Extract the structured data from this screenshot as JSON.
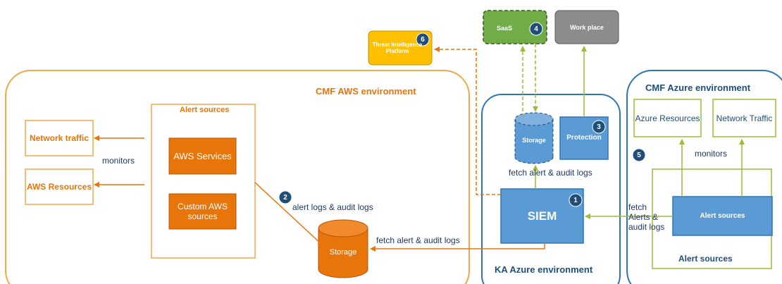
{
  "colors": {
    "aws_orange": "#f0a94f",
    "aws_fill": "#e8750a",
    "aws_text": "#e8750a",
    "azure_blue": "#2e75b6",
    "azure_fill": "#5b9bd5",
    "azure_text": "#1f4e79",
    "green": "#9bbb3a",
    "green_fill": "#70ad47",
    "grey_fill": "#8c8c8c",
    "yellow_fill": "#ffc000",
    "badge": "#1f4e79"
  },
  "environments": {
    "aws": "CMF AWS environment",
    "ka_azure": "KA Azure environment",
    "cmf_azure": "CMF Azure environment"
  },
  "aws": {
    "alert_sources_title": "Alert sources",
    "network_traffic": "Network traffic",
    "aws_resources": "AWS Resources",
    "monitors": "monitors",
    "aws_services": "AWS Services",
    "custom_sources": "Custom AWS sources",
    "storage": "Storage",
    "alert_logs_label": "alert logs & audit logs"
  },
  "ka": {
    "siem": "SIEM",
    "storage": "Storage",
    "protection": "Protection",
    "fetch_label": "fetch alert & audit logs",
    "fetch_from_aws": "fetch alert & audit logs"
  },
  "top": {
    "saas": "SaaS",
    "workplace": "Work place",
    "threat_intel": "Threat Intelligence Platform"
  },
  "cmf_azure": {
    "azure_resources": "Azure Resources",
    "network_traffic": "Network Traffic",
    "monitors": "monitors",
    "alert_sources_inner": "Alert sources",
    "alert_sources_group": "Alert sources",
    "fetch_label": "fetch Alerts & audit logs"
  },
  "badges": [
    "1",
    "2",
    "3",
    "4",
    "5",
    "6"
  ]
}
